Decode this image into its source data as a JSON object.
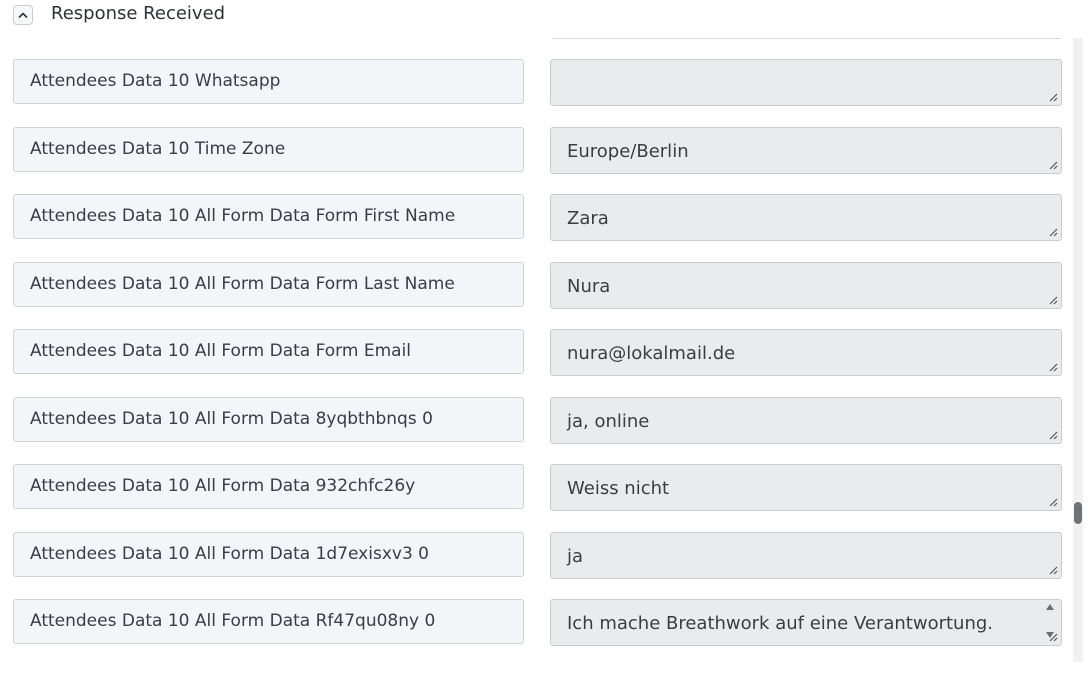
{
  "section": {
    "title": "Response Received",
    "toggle_icon": "chevron-up-icon"
  },
  "rows": [
    {
      "label": "Attendees Data 10 Whatsapp",
      "value": ""
    },
    {
      "label": "Attendees Data 10 Time Zone",
      "value": "Europe/Berlin"
    },
    {
      "label": "Attendees Data 10 All Form Data Form First Name",
      "value": "Zara"
    },
    {
      "label": "Attendees Data 10 All Form Data Form Last Name",
      "value": "Nura"
    },
    {
      "label": "Attendees Data 10 All Form Data Form Email",
      "value": "nura@lokalmail.de"
    },
    {
      "label": "Attendees Data 10 All Form Data 8yqbthbnqs 0",
      "value": "ja, online"
    },
    {
      "label": "Attendees Data 10 All Form Data 932chfc26y",
      "value": "Weiss nicht"
    },
    {
      "label": "Attendees Data 10 All Form Data 1d7exisxv3 0",
      "value": "ja"
    },
    {
      "label": "Attendees Data 10 All Form Data Rf47qu08ny 0",
      "value": "Ich mache Breathwork auf eine Verantwortung."
    }
  ]
}
